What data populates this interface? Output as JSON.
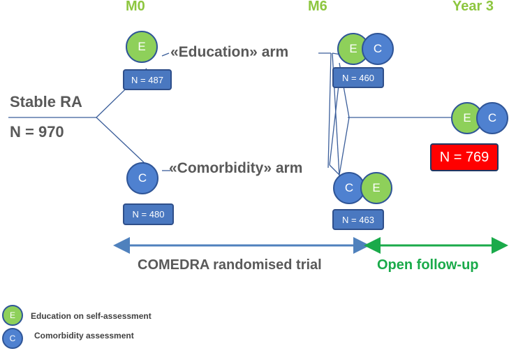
{
  "timepoints": {
    "m0": "M0",
    "m6": "M6",
    "year3": "Year 3"
  },
  "baseline": {
    "label": "Stable RA",
    "n": "N = 970"
  },
  "arms": {
    "education": {
      "label": "«Education» arm",
      "n": "N = 487"
    },
    "comorbidity": {
      "label": "«Comorbidity» arm",
      "n": "N = 480"
    }
  },
  "m6_groups": {
    "upper": {
      "n": "N = 460"
    },
    "lower": {
      "n": "N = 463"
    }
  },
  "followup": {
    "n": "N = 769"
  },
  "phases": {
    "trial": "COMEDRA randomised trial",
    "open": "Open follow-up"
  },
  "circle_letters": {
    "education": "E",
    "comorbidity": "C"
  },
  "legend": {
    "education": "Education on self-assessment",
    "comorbidity": "Comorbidity assessment"
  },
  "colors": {
    "education_circle": "#8ed05a",
    "comorbidity_circle": "#4f81d0",
    "n_box": "#4a78c0",
    "followup_box": "#ff0000",
    "timepoint_text": "#8dc63f",
    "trial_arrow": "#4f81bd",
    "followup_arrow": "#1aaa4a"
  }
}
